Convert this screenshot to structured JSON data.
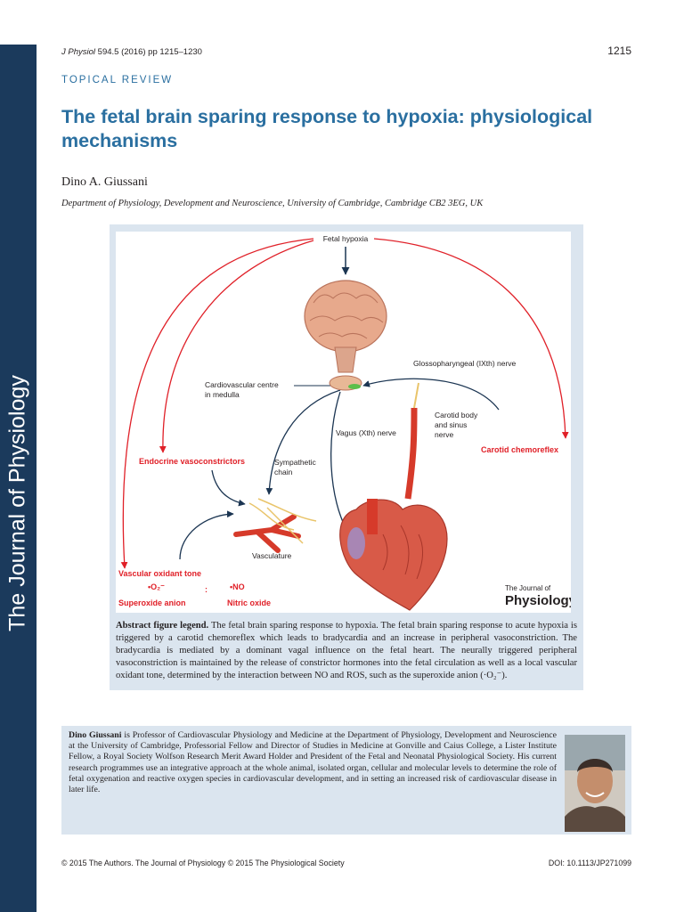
{
  "journal_sidebar": "The Journal of Physiology",
  "header": {
    "journal_abbrev": "J Physiol",
    "citation_rest": "594.5 (2016) pp 1215–1230",
    "page_number": "1215"
  },
  "section_label": "TOPICAL REVIEW",
  "title": "The fetal brain sparing response to hypoxia: physiological mechanisms",
  "author": "Dino A. Giussani",
  "affiliation": "Department of Physiology, Development and Neuroscience, University of Cambridge, Cambridge CB2 3EG, UK",
  "figure": {
    "labels": {
      "fetal_hypoxia": "Fetal hypoxia",
      "cv_centre_1": "Cardiovascular centre",
      "cv_centre_2": "in medulla",
      "glosso": "Glossopharyngeal (IXth) nerve",
      "carotid_body_1": "Carotid body",
      "carotid_body_2": "and sinus",
      "carotid_body_3": "nerve",
      "vagus": "Vagus (Xth) nerve",
      "carotid_chemoreflex": "Carotid chemoreflex",
      "endocrine": "Endocrine vasoconstrictors",
      "sympathetic_1": "Sympathetic",
      "sympathetic_2": "chain",
      "vasculature": "Vasculature",
      "vascular_oxidant": "Vascular oxidant tone",
      "o2_symbol": "•O₂⁻",
      "colon": ":",
      "no_symbol": "•NO",
      "superoxide": "Superoxide anion",
      "nitric_oxide": "Nitric oxide",
      "logo_small": "The Journal of",
      "logo_big": "Physiology"
    },
    "colors": {
      "red": "#e02028",
      "navy": "#1b3552",
      "brain": "#e7a98c",
      "artery": "#d63a2a"
    }
  },
  "legend": {
    "heading": "Abstract figure legend.",
    "text": "The fetal brain sparing response to hypoxia. The fetal brain sparing response to acute hypoxia is triggered by a carotid chemoreflex which leads to bradycardia and an increase in peripheral vasoconstriction. The bradycardia is mediated by a dominant vagal influence on the fetal heart. The neurally triggered peripheral vasoconstriction is maintained by the release of constrictor hormones into the fetal circulation as well as a local vascular oxidant tone, determined by the interaction between NO and ROS, such as the superoxide anion (·O₂⁻)."
  },
  "bio": {
    "name": "Dino Giussani",
    "text": "is Professor of Cardiovascular Physiology and Medicine at the Department of Physiology, Development and Neuroscience at the University of Cambridge, Professorial Fellow and Director of Studies in Medicine at Gonville and Caius College, a Lister Institute Fellow, a Royal Society Wolfson Research Merit Award Holder and President of the Fetal and Neonatal Physiological Society. His current research programmes use an integrative approach at the whole animal, isolated organ, cellular and molecular levels to determine the role of fetal oxygenation and reactive oxygen species in cardiovascular development, and in setting an increased risk of cardiovascular disease in later life."
  },
  "footer": {
    "copyright": "© 2015 The Authors. The Journal of Physiology © 2015 The Physiological Society",
    "doi": "DOI: 10.1113/JP271099"
  }
}
